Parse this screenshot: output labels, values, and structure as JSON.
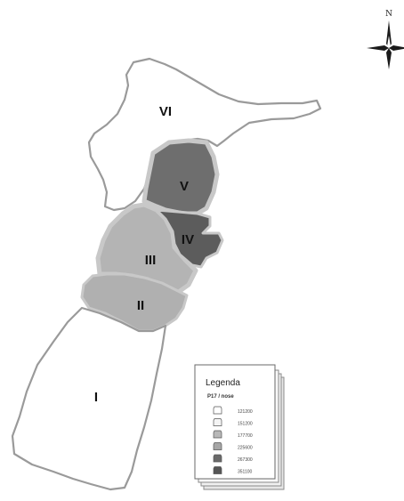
{
  "compass": {
    "north_label": "N"
  },
  "regions": [
    {
      "label": "VI",
      "fill": "#ffffff"
    },
    {
      "label": "V",
      "fill": "#6e6e6e"
    },
    {
      "label": "IV",
      "fill": "#b4b4b4"
    },
    {
      "label": "III",
      "fill": "#5c5c5c"
    },
    {
      "label": "II",
      "fill": "#b0b0b0"
    },
    {
      "label": "I",
      "fill": "#ffffff"
    }
  ],
  "legend": {
    "title": "Legenda",
    "subtitle": "P17 / nose",
    "items": [
      {
        "value": "121200",
        "fill": "#ffffff"
      },
      {
        "value": "151200",
        "fill": "#f4f4f4"
      },
      {
        "value": "177700",
        "fill": "#b8b8b8"
      },
      {
        "value": "225600",
        "fill": "#a6a6a6"
      },
      {
        "value": "267300",
        "fill": "#6a6a6a"
      },
      {
        "value": "351100",
        "fill": "#555555"
      }
    ]
  },
  "colors": {
    "outline": "#9a9a9a",
    "halo": "#c8c8c8"
  }
}
